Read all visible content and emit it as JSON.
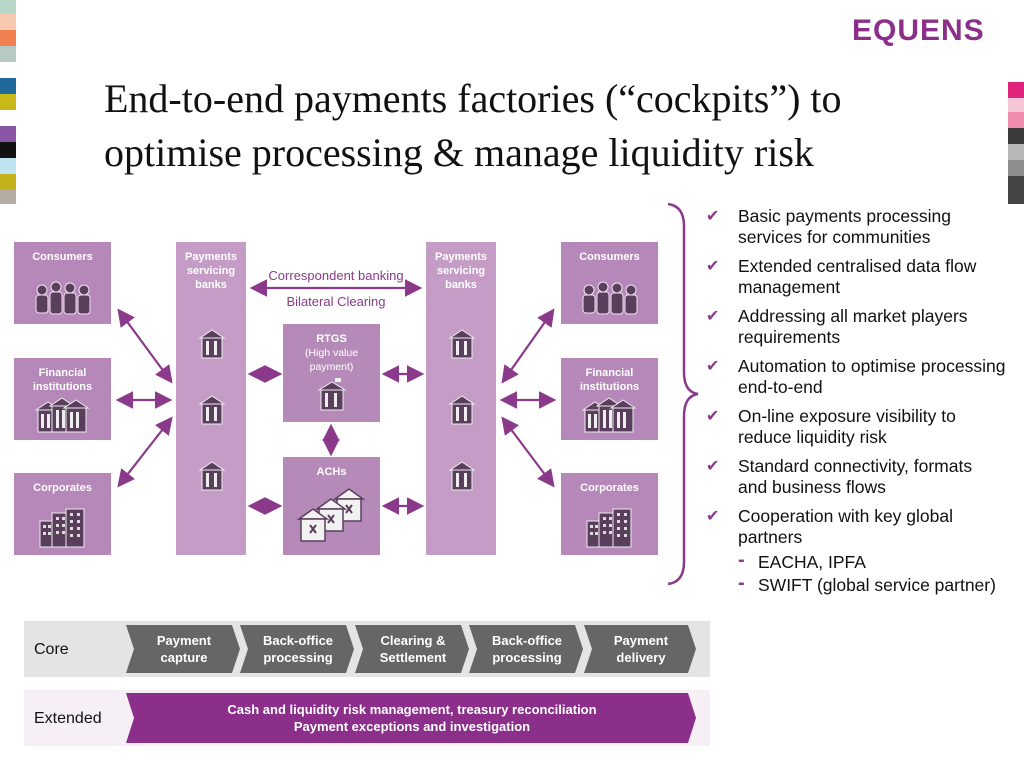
{
  "colors": {
    "accent": "#8b2f8b",
    "box": "#b687b9",
    "column": "#c49cc6",
    "band_grey": "#e6e6e6",
    "chevron_grey": "#6a6a6a",
    "band_purple": "#8b2f8b"
  },
  "logo": "EQUENS",
  "title": {
    "line1": "End-to-end payments factories (“cockpits”) to",
    "line2": "optimise processing & manage liquidity risk"
  },
  "diagram": {
    "left": {
      "consumers": "Consumers",
      "financial": "Financial institutions",
      "corporates": "Corporates"
    },
    "right": {
      "consumers": "Consumers",
      "financial": "Financial institutions",
      "corporates": "Corporates"
    },
    "psb_left": "Payments servicing banks",
    "psb_right": "Payments servicing banks",
    "correspondent": "Correspondent banking",
    "bilateral": "Bilateral Clearing",
    "rtgs_title": "RTGS",
    "rtgs_sub": "(High value payment)",
    "achs": "ACHs",
    "icons": {
      "people": "people-group-icon",
      "bank": "bank-building-icon",
      "office": "office-buildings-icon",
      "clearing": "clearing-house-icon"
    }
  },
  "bullets": [
    "Basic payments processing services for communities",
    "Extended centralised data flow management",
    "Addressing all market players requirements",
    "Automation to optimise processing end-to-end",
    "On-line exposure visibility to reduce liquidity risk",
    "Standard connectivity, formats and business flows",
    "Cooperation with key global partners"
  ],
  "sub_bullets": [
    "EACHA, IPFA",
    "SWIFT (global service partner)"
  ],
  "core": {
    "label": "Core",
    "steps": [
      "Payment capture",
      "Back-office processing",
      "Clearing & Settlement",
      "Back-office processing",
      "Payment delivery"
    ]
  },
  "extended": {
    "label": "Extended",
    "line1": "Cash and liquidity risk management, treasury reconciliation",
    "line2": "Payment exceptions and investigation"
  }
}
